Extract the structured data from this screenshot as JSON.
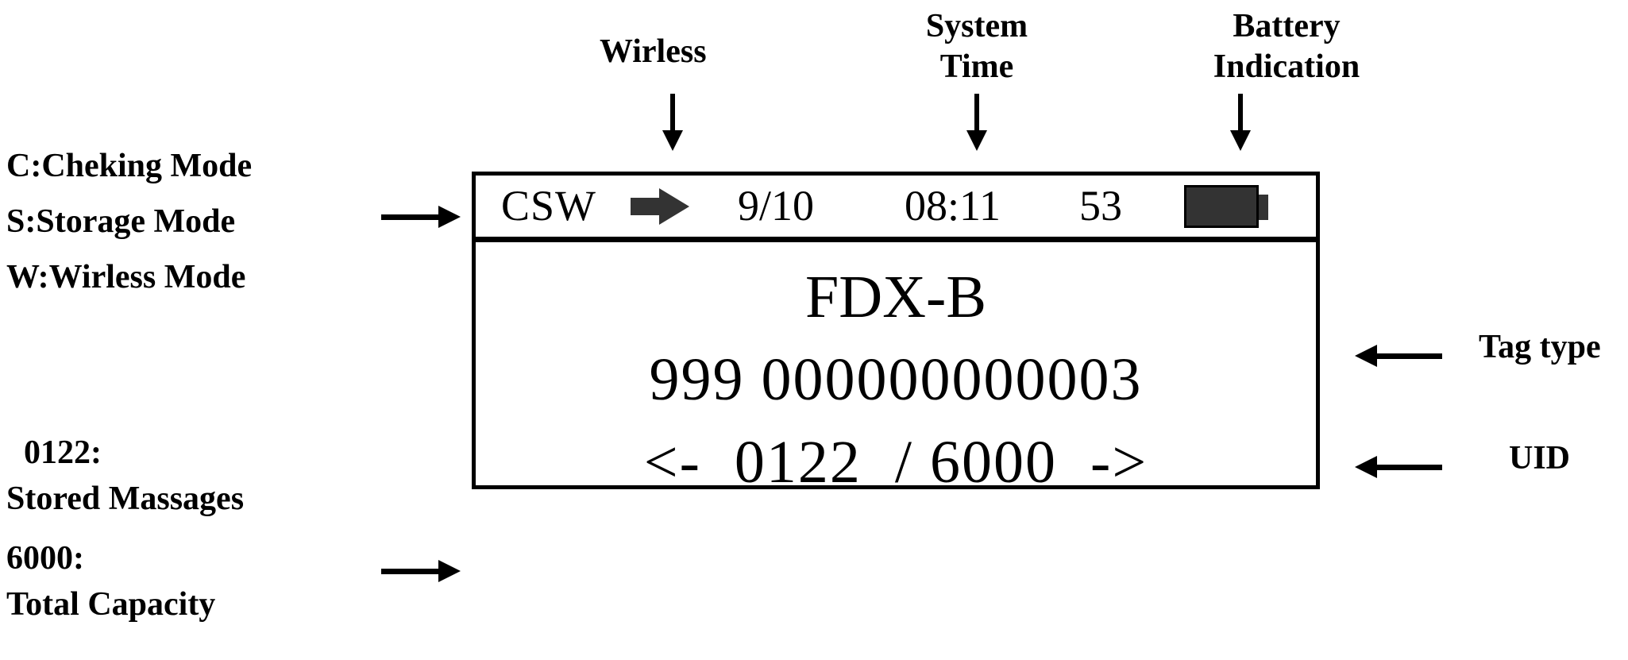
{
  "annotations": {
    "wireless": {
      "label": "Wirless"
    },
    "system_time": {
      "label": "System\nTime"
    },
    "battery": {
      "label": "Battery\nIndication"
    },
    "modes": {
      "line1": "C:Cheking Mode",
      "line2": "S:Storage Mode",
      "line3": "W:Wirless Mode"
    },
    "stored": {
      "line1": "0122:",
      "line2": "Stored Massages"
    },
    "capacity": {
      "line1": "6000:",
      "line2": "Total Capacity"
    },
    "tag_type": {
      "label": "Tag type"
    },
    "uid": {
      "label": "UID"
    }
  },
  "device_screen": {
    "status_bar": {
      "mode": "CSW",
      "wireless_icon": "right-arrow-icon",
      "date": "9/10",
      "time": "08:11",
      "battery_percent": "53",
      "battery_icon": "battery-full-icon"
    },
    "content": {
      "tag_type": "FDX-B",
      "uid": "999 000000000003",
      "capacity": "<-  0122  / 6000  ->",
      "stored_messages": "0122",
      "total_capacity": "6000"
    }
  },
  "colors": {
    "ink": "#000000",
    "icon_fill": "#333333",
    "background": "#ffffff"
  }
}
